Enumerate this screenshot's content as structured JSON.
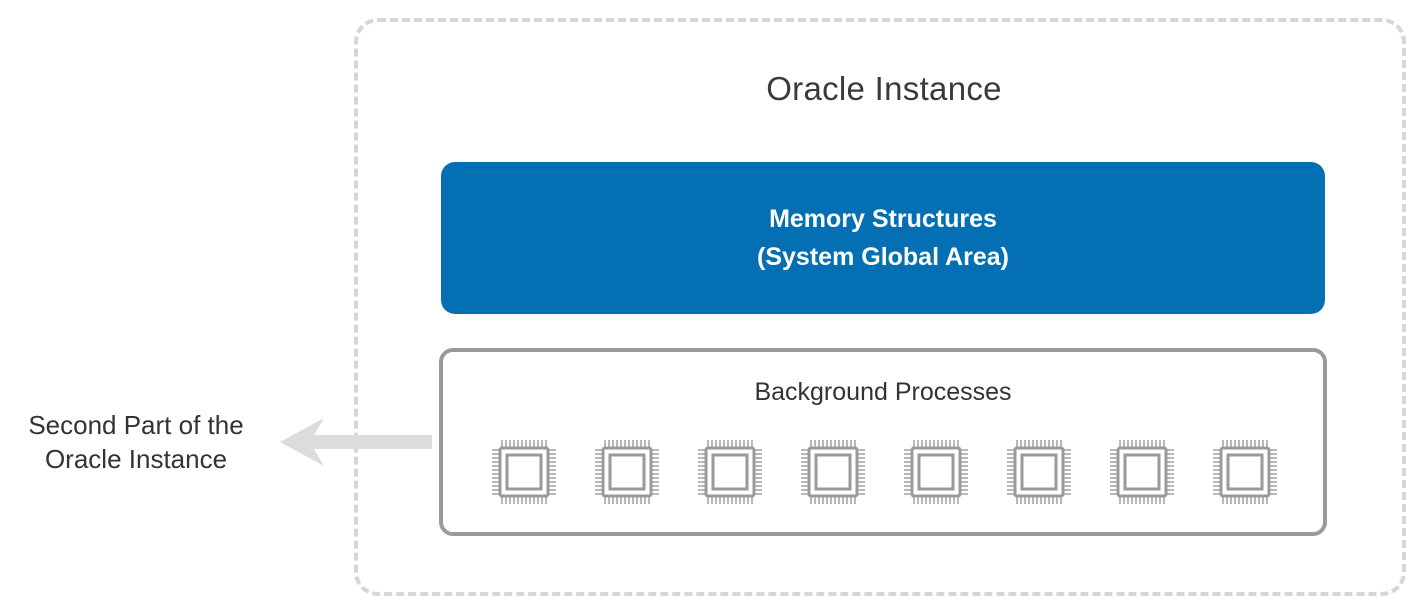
{
  "diagram": {
    "instance": {
      "title": "Oracle Instance"
    },
    "memory": {
      "line1": "Memory Structures",
      "line2": "(System Global Area)"
    },
    "background": {
      "title": "Background Processes",
      "process_count": 8,
      "icon": "cpu-chip-icon"
    },
    "side_label": {
      "line1": "Second Part of the",
      "line2": "Oracle Instance"
    },
    "colors": {
      "memory_fill": "#046fb3",
      "frame_dash": "#d6d6d6",
      "box_border": "#9a9a9a",
      "chip": "#9a9a9a",
      "arrow": "#dcdcdc"
    }
  }
}
